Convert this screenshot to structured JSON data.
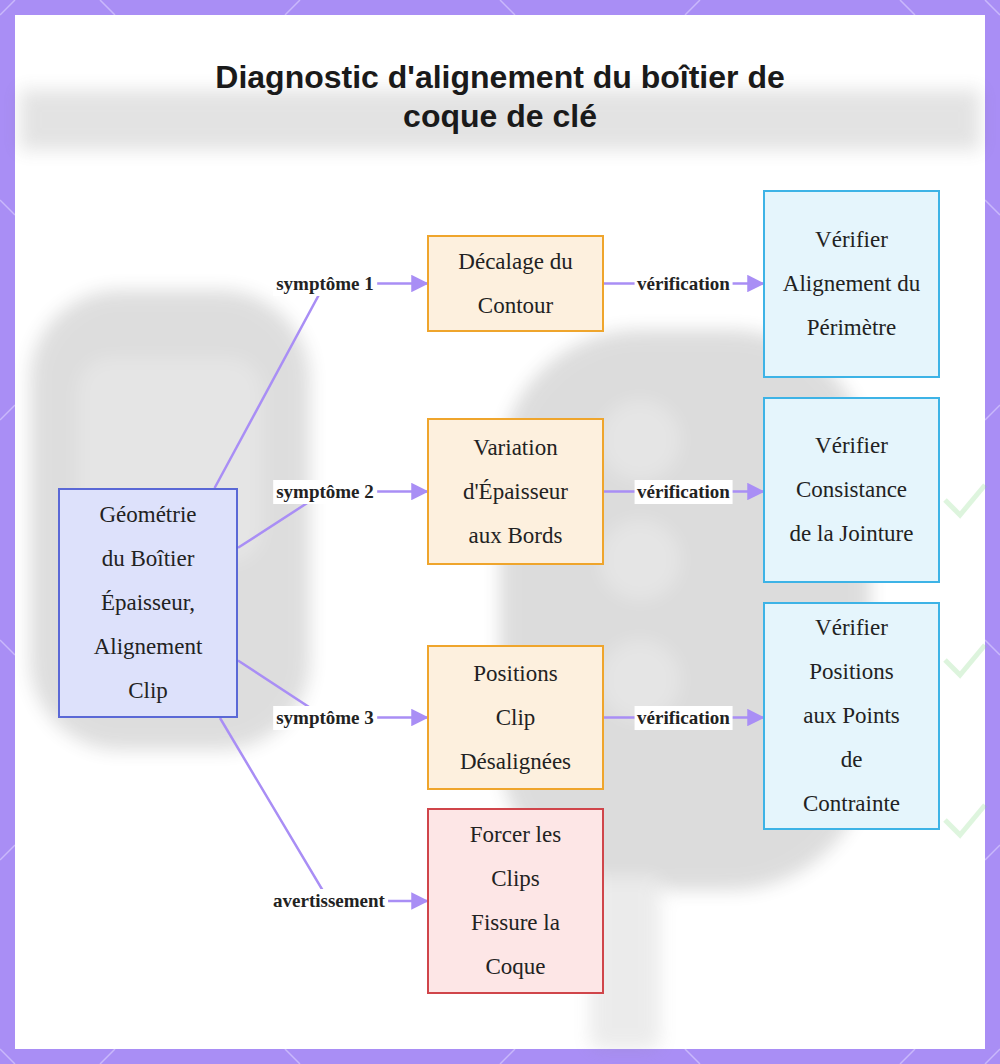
{
  "diagram": {
    "title": "Diagnostic d'alignement du boîtier de coque de clé",
    "nodes": [
      {
        "text": [
          "Géométrie du Boîtier Épaisseur, Alignement Clip"
        ]
      },
      {
        "text": [
          "Décalage du Contour"
        ]
      },
      {
        "text": [
          "Variation d'Épaisseur aux Bords"
        ]
      },
      {
        "text": [
          "Positions Clip Désalignées"
        ]
      },
      {
        "text": [
          "Forcer les Clips Fissure la Coque"
        ]
      },
      {
        "text": [
          "Vérifier Alignement du Périmètre"
        ]
      },
      {
        "text": [
          "Vérifier Consistance de la Jointure"
        ]
      },
      {
        "text": [
          "Vérifier Positions aux Points de Contrainte"
        ]
      }
    ],
    "edges": [
      {
        "from": 0,
        "to": 1,
        "label": "symptôme 1",
        "arrow": "to"
      },
      {
        "from": 0,
        "to": 2,
        "label": "symptôme 2",
        "arrow": "to"
      },
      {
        "from": 0,
        "to": 3,
        "label": "symptôme 3",
        "arrow": "to"
      },
      {
        "from": 0,
        "to": 4,
        "label": "avertissement",
        "arrow": "to"
      },
      {
        "from": 1,
        "to": 5,
        "label": "vérification",
        "arrow": "to"
      },
      {
        "from": 2,
        "to": 6,
        "label": "vérification",
        "arrow": "to"
      },
      {
        "from": 3,
        "to": 7,
        "label": "vérification",
        "arrow": "to"
      }
    ]
  }
}
